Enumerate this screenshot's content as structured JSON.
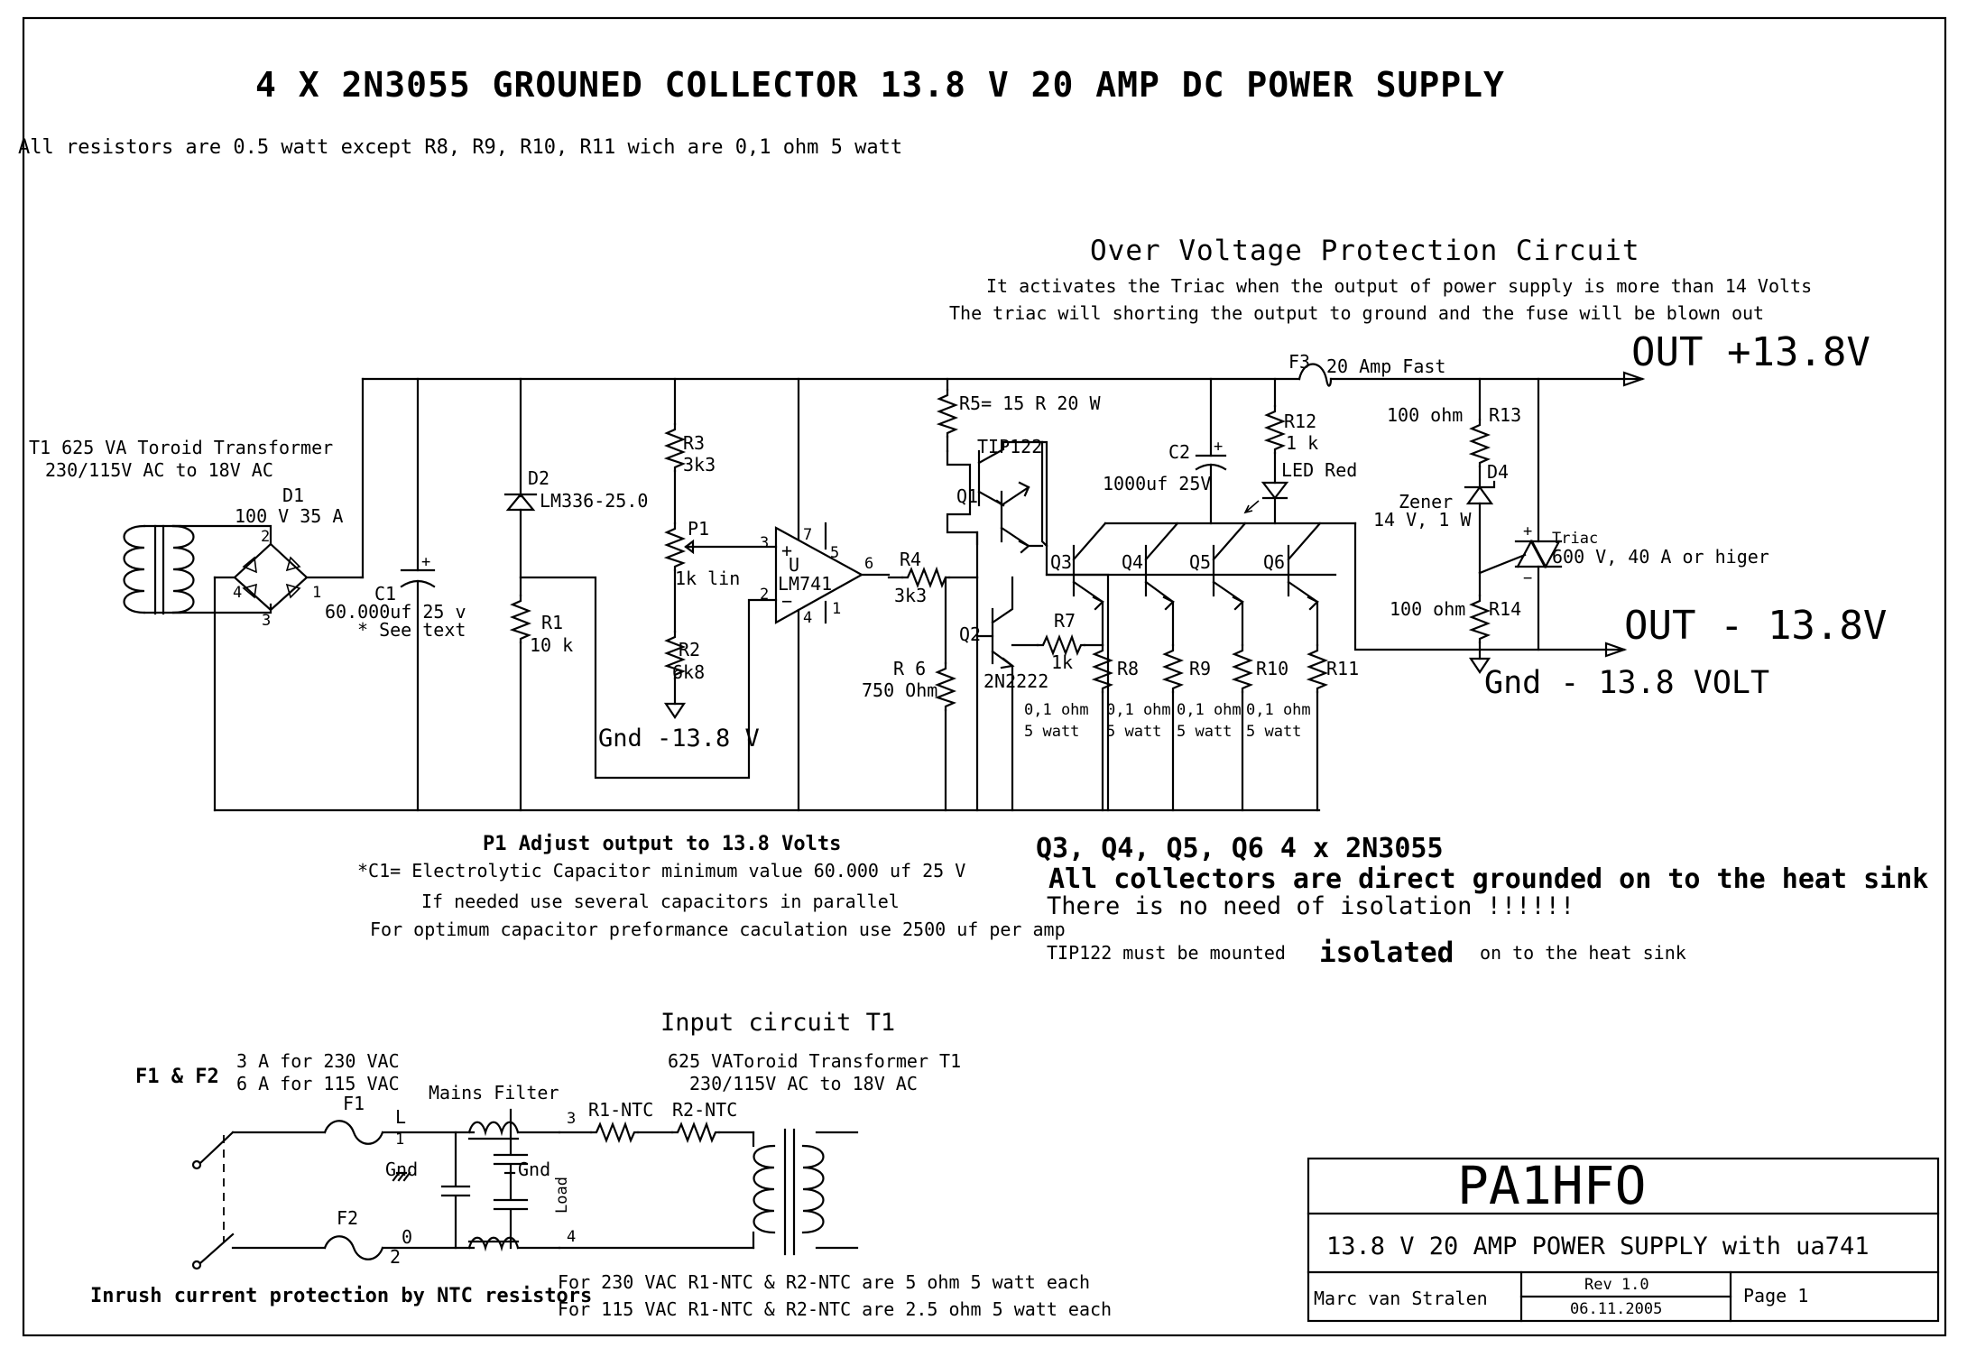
{
  "title": "4 X 2N3055 GROUNED COLLECTOR 13.8 V 20 AMP DC POWER SUPPLY",
  "resistor_note": "All resistors are 0.5  watt except R8, R9, R10, R11 wich are 0,1 ohm 5 watt",
  "ovp": {
    "heading": "Over Voltage Protection Circuit",
    "line1": "It activates the Triac when the output of power supply is more than 14 Volts",
    "line2": "The triac will shorting the output to ground and the fuse will be blown out"
  },
  "outputs": {
    "plus": "OUT +13.8V",
    "minus": "OUT - 13.8V",
    "gnd": "Gnd - 13.8  VOLT"
  },
  "components": {
    "t1_line1": "T1 625 VA Toroid Transformer",
    "t1_line2": "230/115V AC to 18V AC",
    "d1": "D1",
    "d1_val": "100  V 35 A",
    "c1": "C1",
    "c1_val": "60.000uf 25 v",
    "c1_note": "* See text",
    "d2": "D2",
    "d2_val": "LM336-25.0",
    "r1": "R1",
    "r1_val": "10 k",
    "r3": "R3",
    "r3_val": "3k3",
    "p1": "P1",
    "p1_val": "1k lin",
    "r2": "R2",
    "r2_val": "6k8",
    "ic": "LM741",
    "ic_u": "U",
    "gnd_local": "Gnd -13.8  V",
    "r4": "R4",
    "r4_val": "3k3",
    "r6": "R 6",
    "r6_val": "750 Ohm",
    "r5": "R5= 15 R 20 W",
    "tip": "TIP122",
    "q1": "Q1",
    "q2": "Q2",
    "q2_val": "2N2222",
    "r7": "R7",
    "r7_val": "1k",
    "q3": "Q3",
    "q4": "Q4",
    "q5": "Q5",
    "q6": "Q6",
    "r8": "R8",
    "r9": "R9",
    "r10": "R10",
    "r11": "R11",
    "emitter_val1": "0,1 ohm",
    "emitter_val2": "5 watt",
    "c2": "C2",
    "c2_val": "1000uf 25V",
    "f3": "F3",
    "f3_val": "20 Amp Fast",
    "r12": "R12",
    "r12_val": "1 k",
    "led": "LED Red",
    "r13": "R13",
    "r13_val": "100 ohm",
    "d4": "D4",
    "zener": "Zener",
    "zener_val": "14 V, 1 W",
    "triac": "Triac",
    "triac_val": "600 V, 40 A or higer",
    "r14": "R14",
    "r14_val": "100 ohm"
  },
  "pins": {
    "d1_2": "2",
    "d1_4": "4",
    "d1_3": "3",
    "d1_1": "1",
    "ic_3": "3",
    "ic_2": "2",
    "ic_7": "7",
    "ic_5": "5",
    "ic_6": "6",
    "ic_4": "4",
    "ic_1": "1"
  },
  "notes": {
    "p1": "P1 Adjust output to 13.8 Volts",
    "c1_1": "*C1= Electrolytic  Capacitor  minimum value 60.000 uf 25 V",
    "c1_2": "If needed use several capacitors in parallel",
    "c1_3": "For optimum capacitor preformance caculation use 2500 uf per amp",
    "q_1": "Q3, Q4, Q5, Q6 4 x 2N3055",
    "q_2": "All collectors are direct grounded on to the heat sink",
    "q_3": "There is no need of isolation !!!!!!",
    "tip_a": "TIP122 must be mounted",
    "tip_b": "isolated",
    "tip_c": "on to the heat sink"
  },
  "input_circuit": {
    "heading": "Input circuit T1",
    "fuses": "F1 & F2",
    "fuse_a": "3 A for 230 VAC",
    "fuse_b": "6 A for 115 VAC",
    "f1": "F1",
    "f2": "F2",
    "filter": "Mains Filter",
    "l": "L",
    "one": "1",
    "zero": "0",
    "two": "2",
    "three": "3",
    "four": "4",
    "gnd1": "Gnd",
    "gnd2": "Gnd",
    "load": "Load",
    "r1ntc": "R1-NTC",
    "r2ntc": "R2-NTC",
    "t1_line1": "625 VAToroid Transformer T1",
    "t1_line2": "230/115V AC to 18V AC",
    "inrush": "Inrush current protection by NTC resistors",
    "ntc230": "For 230 VAC R1-NTC & R2-NTC are 5 ohm 5 watt each",
    "ntc115": "For 115 VAC R1-NTC & R2-NTC are 2.5 ohm 5 watt each"
  },
  "title_block": {
    "call": "PA1HFO",
    "desc": "13.8 V 20 AMP POWER SUPPLY with ua741",
    "author": "Marc van Stralen",
    "rev": "Rev 1.0",
    "date": "06.11.2005",
    "page": "Page 1"
  }
}
